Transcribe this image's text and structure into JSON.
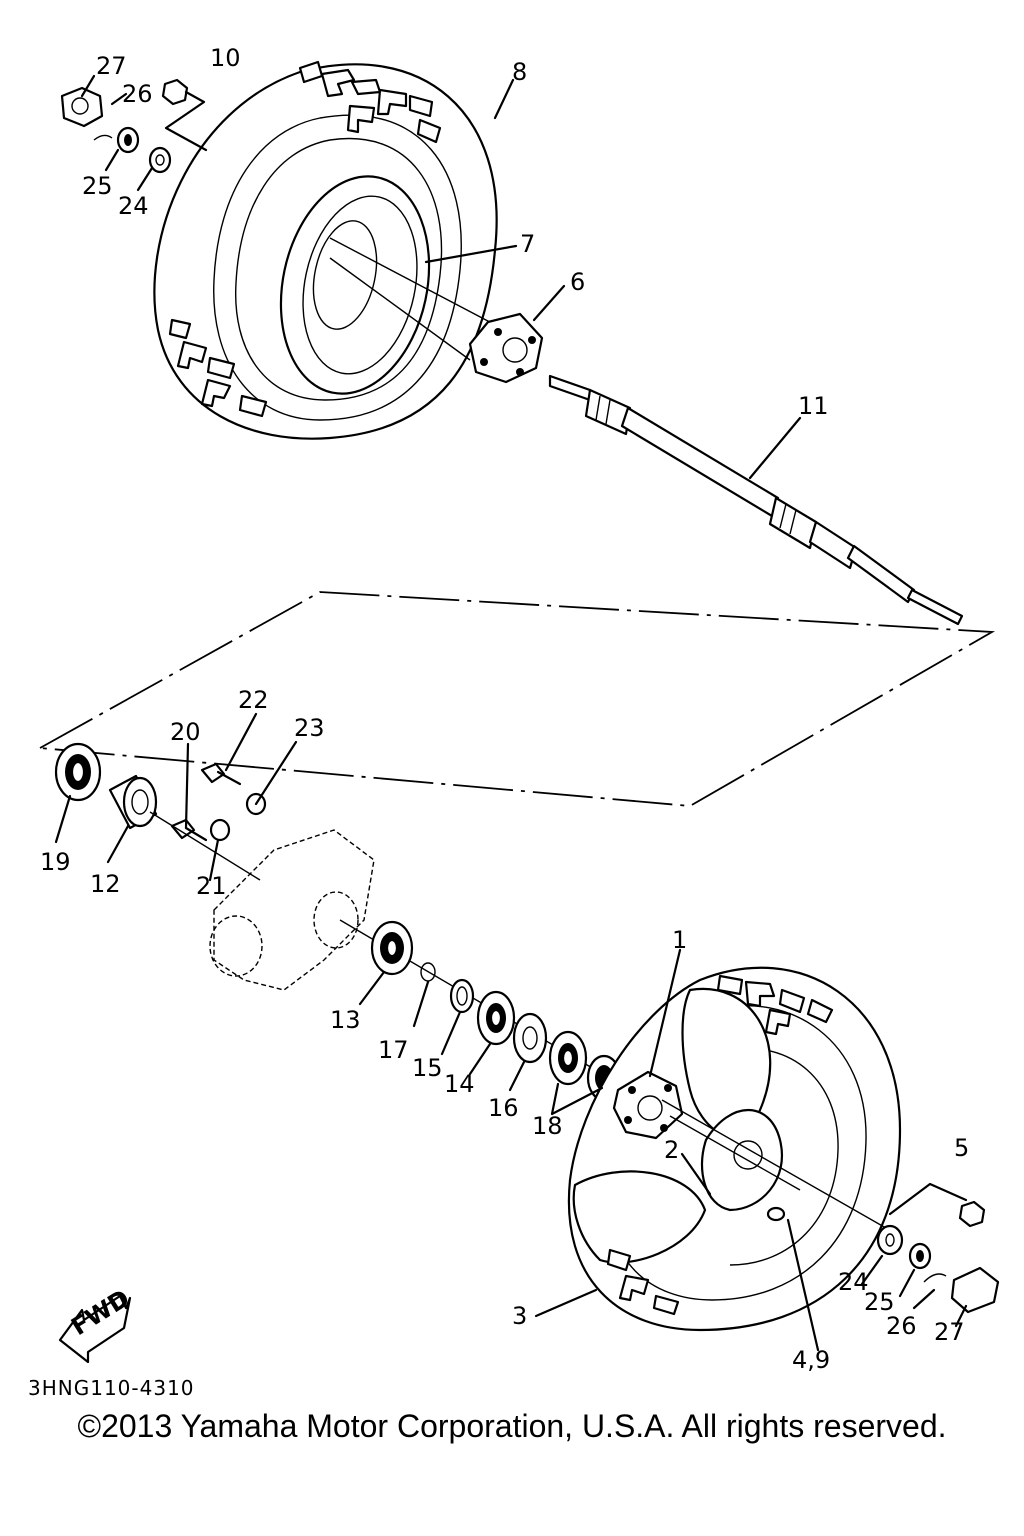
{
  "diagram": {
    "callouts": [
      {
        "id": "c27a",
        "text": "27"
      },
      {
        "id": "c10",
        "text": "10"
      },
      {
        "id": "c26a",
        "text": "26"
      },
      {
        "id": "c25a",
        "text": "25"
      },
      {
        "id": "c24a",
        "text": "24"
      },
      {
        "id": "c8",
        "text": "8"
      },
      {
        "id": "c7",
        "text": "7"
      },
      {
        "id": "c6",
        "text": "6"
      },
      {
        "id": "c11",
        "text": "11"
      },
      {
        "id": "c22",
        "text": "22"
      },
      {
        "id": "c20",
        "text": "20"
      },
      {
        "id": "c23",
        "text": "23"
      },
      {
        "id": "c19",
        "text": "19"
      },
      {
        "id": "c12",
        "text": "12"
      },
      {
        "id": "c21",
        "text": "21"
      },
      {
        "id": "c13",
        "text": "13"
      },
      {
        "id": "c17",
        "text": "17"
      },
      {
        "id": "c15",
        "text": "15"
      },
      {
        "id": "c14",
        "text": "14"
      },
      {
        "id": "c16",
        "text": "16"
      },
      {
        "id": "c18",
        "text": "18"
      },
      {
        "id": "c1",
        "text": "1"
      },
      {
        "id": "c2",
        "text": "2"
      },
      {
        "id": "c3",
        "text": "3"
      },
      {
        "id": "c5",
        "text": "5"
      },
      {
        "id": "c24b",
        "text": "24"
      },
      {
        "id": "c25b",
        "text": "25"
      },
      {
        "id": "c26b",
        "text": "26"
      },
      {
        "id": "c27b",
        "text": "27"
      },
      {
        "id": "c49",
        "text": "4,9"
      }
    ],
    "fwd_label": "FWD",
    "figure_code": "3HNG110-4310"
  },
  "footer": {
    "copyright": "©2013 Yamaha Motor Corporation, U.S.A. All rights reserved."
  }
}
